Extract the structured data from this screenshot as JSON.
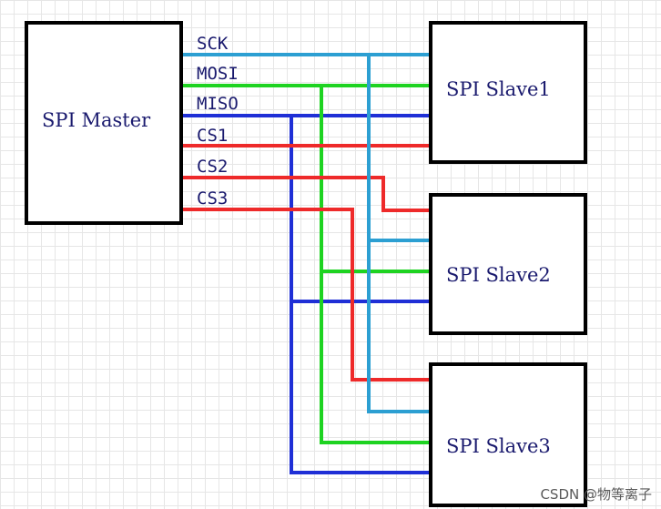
{
  "diagram": {
    "master_label": "SPI Master",
    "slaves": [
      {
        "label": "SPI Slave1"
      },
      {
        "label": "SPI Slave2"
      },
      {
        "label": "SPI Slave3"
      }
    ],
    "signals": [
      {
        "label": "SCK",
        "color": "#2c9fd2"
      },
      {
        "label": "MOSI",
        "color": "#1ed321"
      },
      {
        "label": "MISO",
        "color": "#1f2fd6"
      },
      {
        "label": "CS1",
        "color": "#ee2a2a"
      },
      {
        "label": "CS2",
        "color": "#ee2a2a"
      },
      {
        "label": "CS3",
        "color": "#ee2a2a"
      }
    ]
  },
  "watermark": "CSDN @物等离子"
}
